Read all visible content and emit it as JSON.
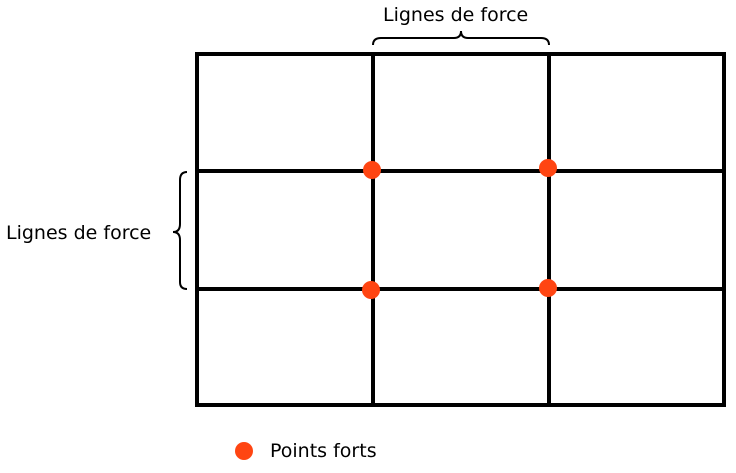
{
  "labels": {
    "top": "Lignes de force",
    "left": "Lignes de force"
  },
  "legend": {
    "text": "Points forts"
  },
  "colors": {
    "grid": "#000000",
    "point": "#ff4512",
    "background": "#ffffff"
  }
}
